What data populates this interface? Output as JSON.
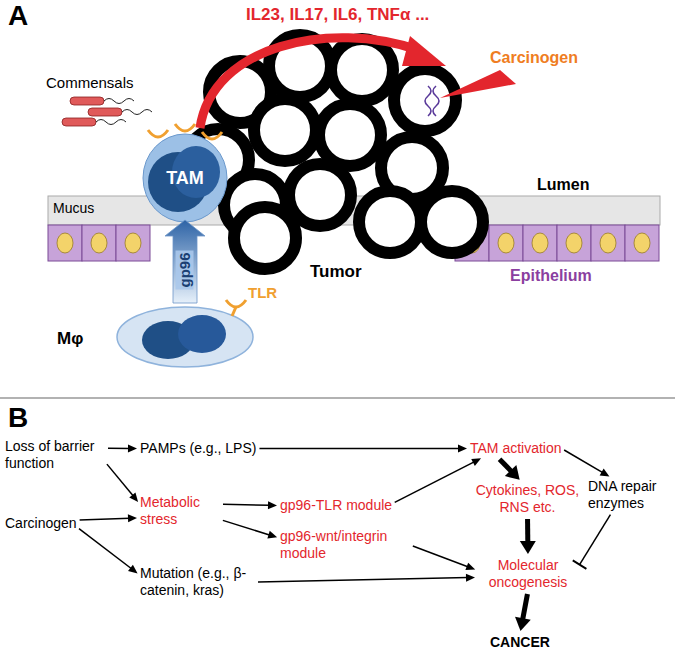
{
  "diagram": {
    "nodes": [
      {
        "text": [
          "TAM"
        ]
      },
      {
        "text": [
          "Mφ"
        ]
      },
      {
        "text": [
          "Loss of barrier function"
        ]
      },
      {
        "text": [
          "Carcinogen"
        ]
      },
      {
        "text": [
          "PAMPs (e.g., LPS)"
        ]
      },
      {
        "text": [
          "Metabolic stress"
        ]
      },
      {
        "text": [
          "Mutation (e.g., β-catenin, kras)"
        ]
      },
      {
        "text": [
          "gp96-TLR module"
        ]
      },
      {
        "text": [
          "gp96-wnt/integrin module"
        ]
      },
      {
        "text": [
          "TAM activation"
        ]
      },
      {
        "text": [
          "Cytokines, ROS, RNS etc."
        ]
      },
      {
        "text": [
          "DNA repair enzymes"
        ]
      },
      {
        "text": [
          "Molecular oncogenesis"
        ]
      },
      {
        "text": [
          "CANCER"
        ]
      }
    ],
    "edges": [
      {
        "from": 1,
        "to": 0,
        "arrow": "to",
        "label": "gp96"
      },
      {
        "from": 2,
        "to": 4,
        "arrow": "to"
      },
      {
        "from": 2,
        "to": 5,
        "arrow": "to"
      },
      {
        "from": 3,
        "to": 5,
        "arrow": "to"
      },
      {
        "from": 3,
        "to": 6,
        "arrow": "to"
      },
      {
        "from": 4,
        "to": 9,
        "arrow": "to"
      },
      {
        "from": 5,
        "to": 7,
        "arrow": "to"
      },
      {
        "from": 5,
        "to": 8,
        "arrow": "to"
      },
      {
        "from": 7,
        "to": 9,
        "arrow": "to"
      },
      {
        "from": 8,
        "to": 12,
        "arrow": "to"
      },
      {
        "from": 6,
        "to": 12,
        "arrow": "to"
      },
      {
        "from": 9,
        "to": 10,
        "arrow": "to"
      },
      {
        "from": 9,
        "to": 11,
        "arrow": "to"
      },
      {
        "from": 10,
        "to": 12,
        "arrow": "to"
      },
      {
        "from": 11,
        "to": 12,
        "arrow": "to"
      },
      {
        "from": 12,
        "to": 13,
        "arrow": "to"
      }
    ],
    "labels": [
      "A",
      "IL23, IL17, IL6, TNFα ...",
      "Carcinogen",
      "Commensals",
      "Lumen",
      "Mucus",
      "Tumor",
      "Epithelium",
      "TLR",
      "B"
    ]
  }
}
